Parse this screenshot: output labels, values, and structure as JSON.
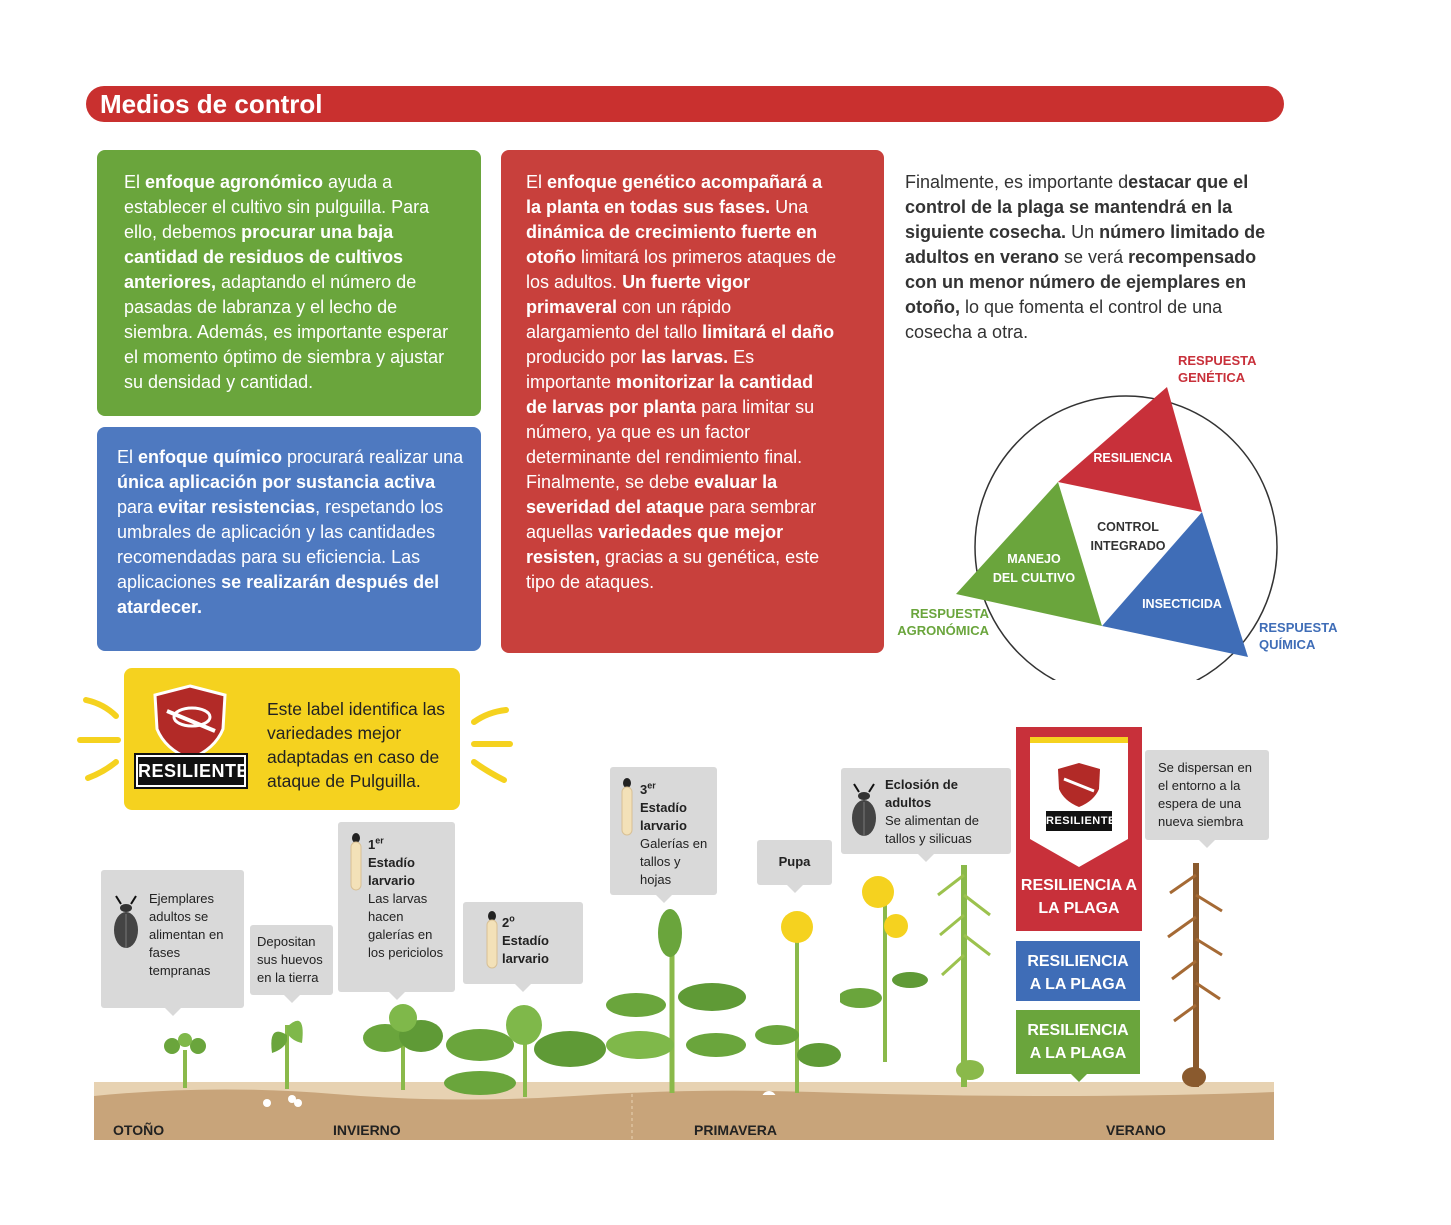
{
  "header": {
    "title": "Medios de control"
  },
  "agronomic": {
    "t1": "El ",
    "b1": "enfoque agronómico",
    "t2": " ayuda a establecer el cultivo sin pulguilla. Para ello, debemos ",
    "b2": "procurar una baja cantidad de residuos de cultivos anteriores,",
    "t3": " adaptando el número de pasadas de labranza y el lecho de siembra. Además, es importante esperar el momento óptimo de siembra y ajustar su densidad y cantidad."
  },
  "chemical": {
    "t1": "El ",
    "b1": "enfoque químico",
    "t2": " procurará realizar una ",
    "b2": "única aplicación por sustancia activa",
    "t3": " para ",
    "b3": "evitar resistencias",
    "t4": ", respetando los umbrales de aplicación y las cantidades recomendadas para su eficiencia. Las aplicaciones ",
    "b4": "se realizarán después del atardecer."
  },
  "genetic": {
    "t1": "El ",
    "b1": "enfoque genético acompañará a la planta en todas sus fases.",
    "t2": " Una ",
    "b2": "dinámica de crecimiento fuerte en otoño",
    "t3": " limitará los primeros ataques de los adultos. ",
    "b3": "Un fuerte vigor primaveral",
    "t4": " con un rápido alargamiento del tallo ",
    "b4": "limitará el daño",
    "t5": " producido por ",
    "b5": "las larvas.",
    "t6": " Es importante ",
    "b6": "monitorizar la cantidad de larvas por planta",
    "t7": " para limitar su número, ya que es un factor determinante del rendimiento final. Finalmente, se debe ",
    "b7": "evaluar la severidad del ataque",
    "t8": " para sembrar aquellas ",
    "b8": "variedades que mejor resisten,",
    "t9": " gracias a su genética, este tipo de ataques."
  },
  "intro": {
    "t1": "Finalmente, es importante d",
    "b1": "estacar que el control de la plaga se mantendrá en la siguiente cosecha.",
    "t2": " Un ",
    "b2": "número limitado de adultos en verano",
    "t3": " se verá ",
    "b3": "recompensado con un menor número de ejemplares en otoño,",
    "t4": " lo que fomenta el control de una cosecha a otra."
  },
  "triangle": {
    "top_outer": "RESPUESTA GENÉTICA",
    "top_inner": "RESILIENCIA",
    "left_outer": "RESPUESTA AGRONÓMICA",
    "left_inner_1": "MANEJO",
    "left_inner_2": "DEL CULTIVO",
    "right_outer": "RESPUESTA QUÍMICA",
    "right_inner": "INSECTICIDA",
    "center_1": "CONTROL",
    "center_2": "INTEGRADO",
    "colors": {
      "red": "#c8303a",
      "green": "#6aa53c",
      "blue": "#3f6db7"
    }
  },
  "label_box": {
    "badge": "RESILIENTE",
    "text": "Este label identifica las variedades mejor adaptadas en caso de ataque de Pulguilla."
  },
  "timeline": {
    "callouts": [
      {
        "text": "Ejemplares adultos se alimentan en fases tempranas"
      },
      {
        "text": "Depositan sus huevos en la tierra"
      },
      {
        "title_sup": "er",
        "title_num": "1",
        "title": "Estadío larvario",
        "text": "Las larvas hacen galerías en los periciolos"
      },
      {
        "title_sup": "o",
        "title_num": "2",
        "title": "Estadío larvario"
      },
      {
        "title_sup": "er",
        "title_num": "3",
        "title": "Estadío larvario",
        "text": "Galerías en tallos y hojas"
      },
      {
        "text": "Pupa"
      },
      {
        "title": "Eclosión de adultos",
        "text": "Se alimentan de tallos y silicuas"
      },
      {
        "text": "Se dispersan en el entorno a la espera de una nueva siembra"
      }
    ],
    "resilience": {
      "badge": "RESILIENTE",
      "red": "RESILIENCIA A LA PLAGA",
      "blue": "RESILIENCIA A LA PLAGA",
      "green": "RESILIENCIA A LA PLAGA"
    },
    "seasons": [
      "OTOÑO",
      "INVIERNO",
      "PRIMAVERA",
      "VERANO"
    ]
  }
}
